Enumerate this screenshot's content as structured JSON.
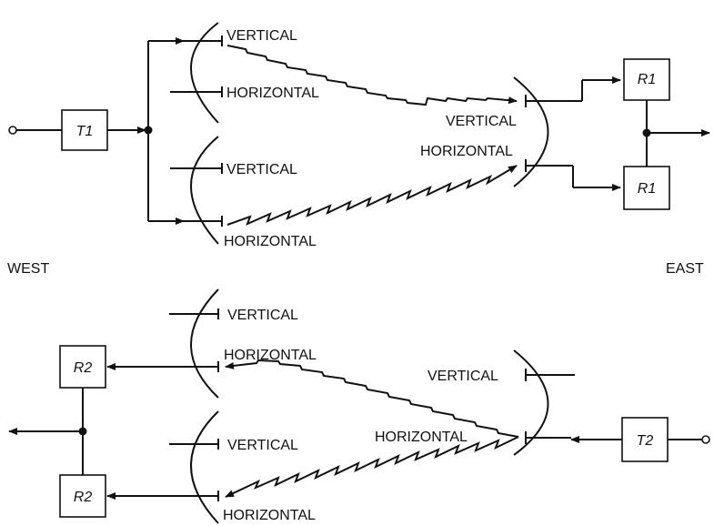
{
  "top": {
    "transmitter": "T1",
    "receivers": [
      "R1",
      "R1"
    ],
    "west_antenna_labels": [
      "VERTICAL",
      "HORIZONTAL",
      "VERTICAL",
      "HORIZONTAL"
    ],
    "east_antenna_labels": [
      "VERTICAL",
      "HORIZONTAL"
    ]
  },
  "side_labels": {
    "left": "WEST",
    "right": "EAST"
  },
  "bottom": {
    "transmitter": "T2",
    "receivers": [
      "R2",
      "R2"
    ],
    "west_antenna_labels": [
      "VERTICAL",
      "HORIZONTAL",
      "VERTICAL",
      "HORIZONTAL"
    ],
    "east_antenna_labels": [
      "VERTICAL",
      "HORIZONTAL"
    ]
  }
}
